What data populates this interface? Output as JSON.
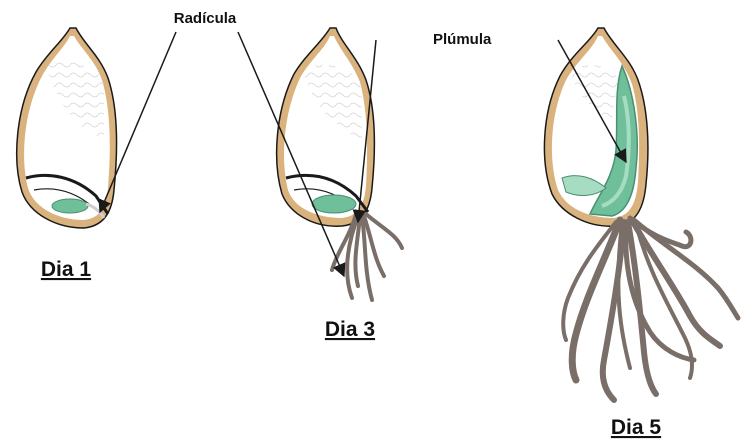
{
  "labels": {
    "radicula": "Radícula",
    "plumula": "Plúmula"
  },
  "stages": [
    {
      "id": "day-1",
      "caption": "Dia 1"
    },
    {
      "id": "day-3",
      "caption": "Dia 3"
    },
    {
      "id": "day-5",
      "caption": "Dia 5"
    }
  ],
  "colors": {
    "seed_coat": "#d9b27d",
    "outline": "#1a1a1a",
    "embryo": "#6fbf9a",
    "embryo_light": "#a6dcc1",
    "embryo_dark": "#4a8f73",
    "roots": "#7a6e68",
    "endosperm_texture": "#cfcfcf"
  }
}
